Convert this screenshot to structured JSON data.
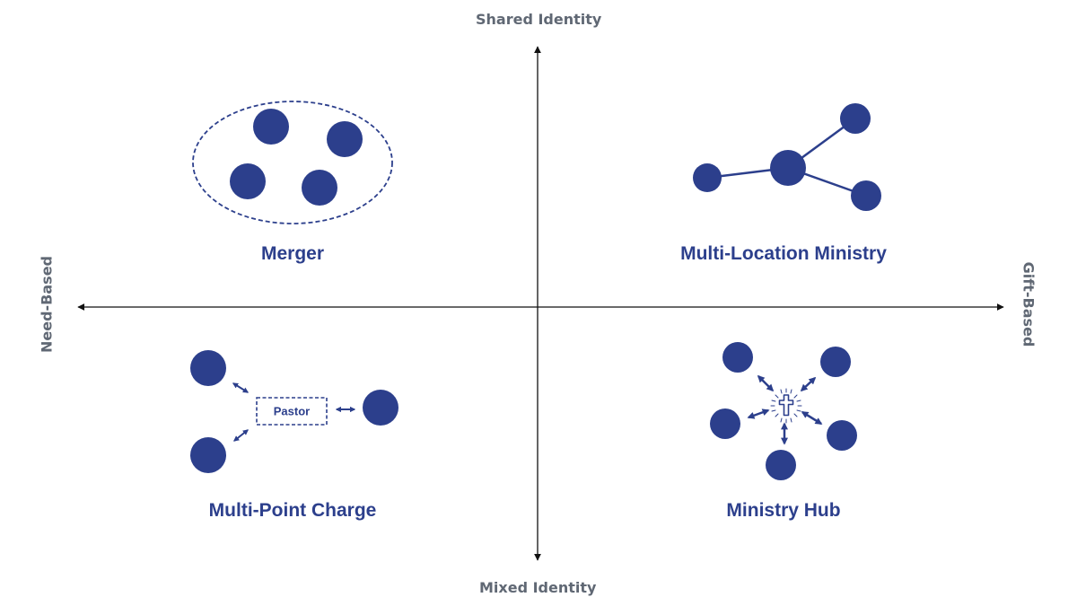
{
  "axes": {
    "top": "Shared Identity",
    "bottom": "Mixed Identity",
    "left": "Need-Based",
    "right": "Gift-Based"
  },
  "quadrants": {
    "top_left": {
      "title": "Merger"
    },
    "top_right": {
      "title": "Multi-Location Ministry"
    },
    "bottom_left": {
      "title": "Multi-Point Charge",
      "box_label": "Pastor"
    },
    "bottom_right": {
      "title": "Ministry Hub",
      "center_icon": "cross-icon"
    }
  },
  "colors": {
    "node": "#2c3f8c",
    "axis": "#111111",
    "axis_label": "#606874"
  }
}
